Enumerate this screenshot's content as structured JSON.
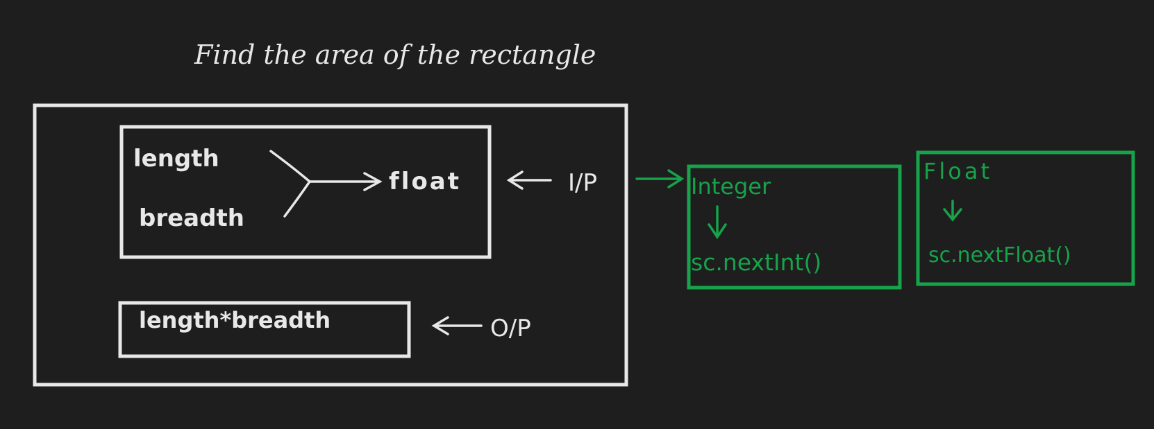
{
  "title": "Find the area of the rectangle",
  "inputs": {
    "length_label": "length",
    "breadth_label": "breadth",
    "type_label": "float",
    "io_label": "I/P"
  },
  "output": {
    "expression": "length*breadth",
    "io_label": "O/P"
  },
  "integer_box": {
    "heading": "Integer",
    "method": "sc.nextInt()"
  },
  "float_box": {
    "heading": "Float",
    "method": "sc.nextFloat()"
  },
  "colors": {
    "background": "#1e1e1e",
    "chalk": "#e8e8e8",
    "green": "#16a34a"
  }
}
